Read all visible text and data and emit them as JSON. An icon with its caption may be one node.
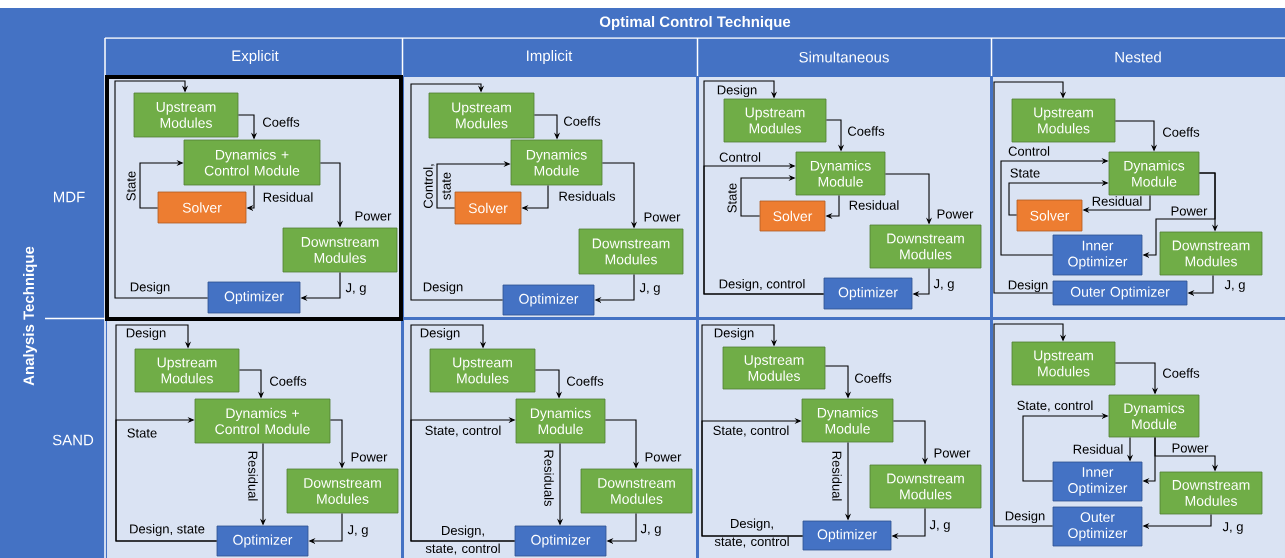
{
  "diagram": {
    "nodes": [
      {
        "text": [
          "Upstream Modules"
        ]
      },
      {
        "text": [
          "Dynamics + Control Module"
        ]
      },
      {
        "text": [
          "Solver"
        ]
      },
      {
        "text": [
          "Downstream Modules"
        ]
      },
      {
        "text": [
          "Optimizer"
        ]
      },
      {
        "text": [
          "Upstream Modules"
        ]
      },
      {
        "text": [
          "Dynamics Module"
        ]
      },
      {
        "text": [
          "Solver"
        ]
      },
      {
        "text": [
          "Downstream Modules"
        ]
      },
      {
        "text": [
          "Optimizer"
        ]
      },
      {
        "text": [
          "Upstream Modules"
        ]
      },
      {
        "text": [
          "Dynamics Module"
        ]
      },
      {
        "text": [
          "Solver"
        ]
      },
      {
        "text": [
          "Downstream Modules"
        ]
      },
      {
        "text": [
          "Optimizer"
        ]
      },
      {
        "text": [
          "Upstream Modules"
        ]
      },
      {
        "text": [
          "Dynamics Module"
        ]
      },
      {
        "text": [
          "Solver"
        ]
      },
      {
        "text": [
          "Inner Optimizer"
        ]
      },
      {
        "text": [
          "Downstream Modules"
        ]
      },
      {
        "text": [
          "Outer Optimizer"
        ]
      },
      {
        "text": [
          "Upstream Modules"
        ]
      },
      {
        "text": [
          "Dynamics + Control Module"
        ]
      },
      {
        "text": [
          "Downstream Modules"
        ]
      },
      {
        "text": [
          "Optimizer"
        ]
      },
      {
        "text": [
          "Upstream Modules"
        ]
      },
      {
        "text": [
          "Dynamics Module"
        ]
      },
      {
        "text": [
          "Downstream Modules"
        ]
      },
      {
        "text": [
          "Optimizer"
        ]
      },
      {
        "text": [
          "Upstream Modules"
        ]
      },
      {
        "text": [
          "Dynamics Module"
        ]
      },
      {
        "text": [
          "Downstream Modules"
        ]
      },
      {
        "text": [
          "Optimizer"
        ]
      },
      {
        "text": [
          "Upstream Modules"
        ]
      },
      {
        "text": [
          "Dynamics Module"
        ]
      },
      {
        "text": [
          "Inner Optimizer"
        ]
      },
      {
        "text": [
          "Downstream Modules"
        ]
      },
      {
        "text": [
          "Outer Optimizer"
        ]
      }
    ],
    "edges": [
      {
        "from": 4,
        "to": 0,
        "arrow": "to",
        "label": "Design"
      },
      {
        "from": 0,
        "to": 1,
        "arrow": "to",
        "label": "Coeffs"
      },
      {
        "from": 2,
        "to": 1,
        "arrow": "to",
        "label": "State"
      },
      {
        "from": 1,
        "to": 2,
        "arrow": "to",
        "label": "Residual"
      },
      {
        "from": 1,
        "to": 3,
        "arrow": "to",
        "label": "Power"
      },
      {
        "from": 3,
        "to": 4,
        "arrow": "to",
        "label": "J, g"
      },
      {
        "from": 9,
        "to": 5,
        "arrow": "to",
        "label": "Design"
      },
      {
        "from": 5,
        "to": 6,
        "arrow": "to",
        "label": "Coeffs"
      },
      {
        "from": 7,
        "to": 6,
        "arrow": "to",
        "label": "Control, state"
      },
      {
        "from": 6,
        "to": 7,
        "arrow": "to",
        "label": "Residuals"
      },
      {
        "from": 6,
        "to": 8,
        "arrow": "to",
        "label": "Power"
      },
      {
        "from": 8,
        "to": 9,
        "arrow": "to",
        "label": "J, g"
      },
      {
        "from": 14,
        "to": 10,
        "arrow": "to",
        "label": "Design"
      },
      {
        "from": 14,
        "to": 11,
        "arrow": "to",
        "label": "Control"
      },
      {
        "from": 10,
        "to": 11,
        "arrow": "to",
        "label": "Coeffs"
      },
      {
        "from": 12,
        "to": 11,
        "arrow": "to",
        "label": "State"
      },
      {
        "from": 11,
        "to": 12,
        "arrow": "to",
        "label": "Residual"
      },
      {
        "from": 11,
        "to": 13,
        "arrow": "to",
        "label": "Power"
      },
      {
        "from": 13,
        "to": 14,
        "arrow": "to",
        "label": "J, g"
      },
      {
        "from": 20,
        "to": 15,
        "arrow": "to",
        "label": "Design"
      },
      {
        "from": 15,
        "to": 16,
        "arrow": "to",
        "label": "Coeffs"
      },
      {
        "from": 18,
        "to": 16,
        "arrow": "to",
        "label": "Control"
      },
      {
        "from": 17,
        "to": 16,
        "arrow": "to",
        "label": "State"
      },
      {
        "from": 16,
        "to": 17,
        "arrow": "to",
        "label": "Residual"
      },
      {
        "from": 16,
        "to": 19,
        "arrow": "to",
        "label": "Power"
      },
      {
        "from": 16,
        "to": 18,
        "arrow": "to"
      },
      {
        "from": 19,
        "to": 20,
        "arrow": "to",
        "label": "J, g"
      },
      {
        "from": 24,
        "to": 21,
        "arrow": "to",
        "label": "Design"
      },
      {
        "from": 24,
        "to": 22,
        "arrow": "to",
        "label": "State"
      },
      {
        "from": 21,
        "to": 22,
        "arrow": "to",
        "label": "Coeffs"
      },
      {
        "from": 22,
        "to": 24,
        "arrow": "to",
        "label": "Residual"
      },
      {
        "from": 22,
        "to": 23,
        "arrow": "to",
        "label": "Power"
      },
      {
        "from": 23,
        "to": 24,
        "arrow": "to",
        "label": "J, g"
      },
      {
        "from": 28,
        "to": 25,
        "arrow": "to",
        "label": "Design"
      },
      {
        "from": 28,
        "to": 26,
        "arrow": "to",
        "label": "State, control"
      },
      {
        "from": 25,
        "to": 26,
        "arrow": "to",
        "label": "Coeffs"
      },
      {
        "from": 26,
        "to": 28,
        "arrow": "to",
        "label": "Residuals"
      },
      {
        "from": 26,
        "to": 27,
        "arrow": "to",
        "label": "Power"
      },
      {
        "from": 27,
        "to": 28,
        "arrow": "to",
        "label": "J, g"
      },
      {
        "from": 32,
        "to": 29,
        "arrow": "to",
        "label": "Design"
      },
      {
        "from": 32,
        "to": 30,
        "arrow": "to",
        "label": "State, control"
      },
      {
        "from": 29,
        "to": 30,
        "arrow": "to",
        "label": "Coeffs"
      },
      {
        "from": 30,
        "to": 32,
        "arrow": "to",
        "label": "Residual"
      },
      {
        "from": 30,
        "to": 31,
        "arrow": "to",
        "label": "Power"
      },
      {
        "from": 31,
        "to": 32,
        "arrow": "to",
        "label": "J, g"
      },
      {
        "from": 37,
        "to": 33,
        "arrow": "to",
        "label": "Design"
      },
      {
        "from": 33,
        "to": 34,
        "arrow": "to",
        "label": "Coeffs"
      },
      {
        "from": 35,
        "to": 34,
        "arrow": "to",
        "label": "State, control"
      },
      {
        "from": 34,
        "to": 35,
        "arrow": "to",
        "label": "Residual"
      },
      {
        "from": 34,
        "to": 36,
        "arrow": "to",
        "label": "Power"
      },
      {
        "from": 34,
        "to": 35,
        "arrow": "to"
      },
      {
        "from": 36,
        "to": 37,
        "arrow": "to",
        "label": "J, g"
      }
    ],
    "labels": [
      "Optimal Control Technique",
      "Explicit",
      "Implicit",
      "Simultaneous",
      "Nested",
      "Analysis Technique",
      "MDF",
      "SAND",
      "Design, control",
      "Design, state",
      "Design, state, control",
      "Design, state, control"
    ]
  }
}
